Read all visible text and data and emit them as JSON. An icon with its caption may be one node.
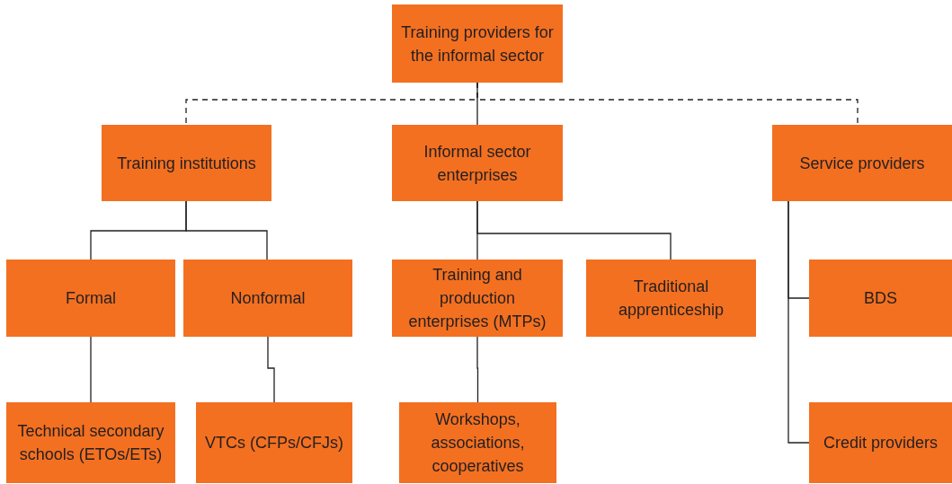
{
  "diagram": {
    "nodes": [
      {
        "text": [
          "Training providers for the informal sector"
        ]
      },
      {
        "text": [
          "Training institutions"
        ]
      },
      {
        "text": [
          "Informal sector enterprises"
        ]
      },
      {
        "text": [
          "Service providers"
        ]
      },
      {
        "text": [
          "Formal"
        ]
      },
      {
        "text": [
          "Nonformal"
        ]
      },
      {
        "text": [
          "Training and production enterprises (MTPs)"
        ]
      },
      {
        "text": [
          "Traditional apprenticeship"
        ]
      },
      {
        "text": [
          "BDS"
        ]
      },
      {
        "text": [
          "Technical secondary schools (ETOs/ETs)"
        ]
      },
      {
        "text": [
          "VTCs (CFPs/CFJs)"
        ]
      },
      {
        "text": [
          "Workshops, associations, cooperatives"
        ]
      },
      {
        "text": [
          "Credit providers"
        ]
      }
    ],
    "edges": [
      {
        "from": 0,
        "to": 1,
        "arrow": "none",
        "style": "dashed"
      },
      {
        "from": 0,
        "to": 2,
        "arrow": "none"
      },
      {
        "from": 0,
        "to": 3,
        "arrow": "none",
        "style": "dashed"
      },
      {
        "from": 1,
        "to": 4,
        "arrow": "none"
      },
      {
        "from": 1,
        "to": 5,
        "arrow": "none"
      },
      {
        "from": 2,
        "to": 6,
        "arrow": "none"
      },
      {
        "from": 2,
        "to": 7,
        "arrow": "none"
      },
      {
        "from": 3,
        "to": 8,
        "arrow": "none"
      },
      {
        "from": 3,
        "to": 12,
        "arrow": "none"
      },
      {
        "from": 4,
        "to": 9,
        "arrow": "none"
      },
      {
        "from": 5,
        "to": 10,
        "arrow": "none"
      },
      {
        "from": 6,
        "to": 11,
        "arrow": "none"
      }
    ]
  }
}
